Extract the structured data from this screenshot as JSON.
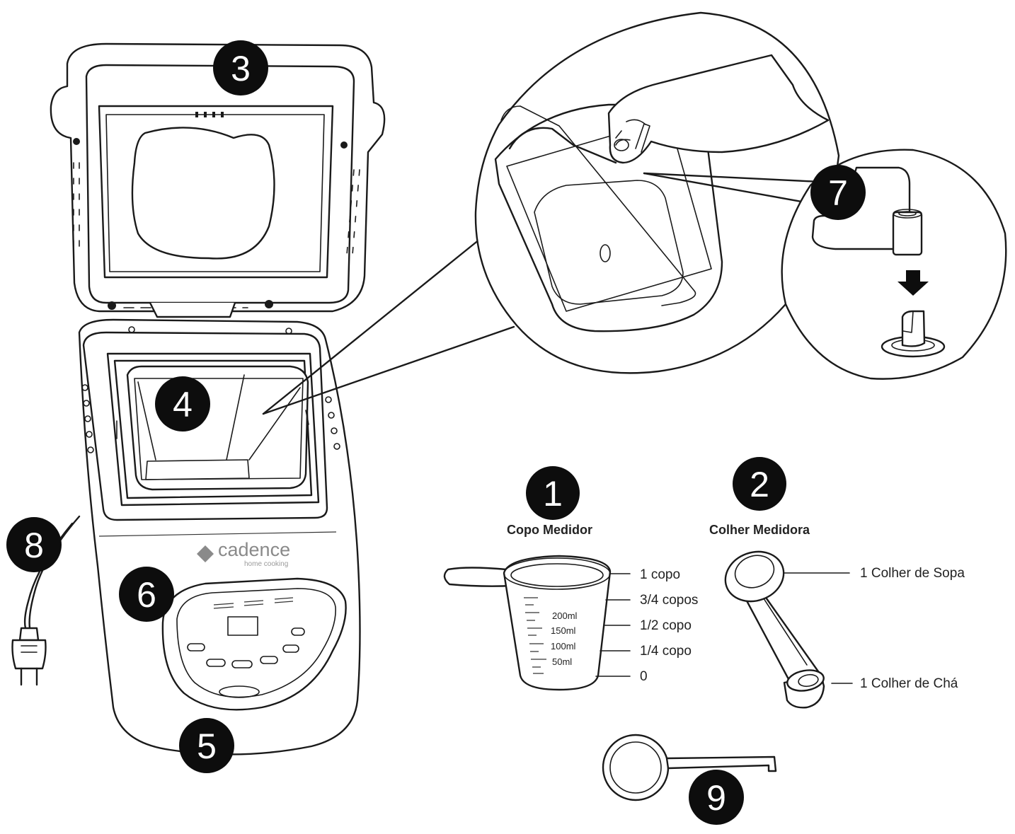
{
  "colors": {
    "stroke": "#1a1a1a",
    "badge": "#0d0d0d",
    "badge_text": "#ffffff",
    "background": "#ffffff"
  },
  "badges": {
    "b1": "1",
    "b2": "2",
    "b3": "3",
    "b4": "4",
    "b5": "5",
    "b6": "6",
    "b7": "7",
    "b8": "8",
    "b9": "9"
  },
  "brand": {
    "name": "cadence",
    "tagline": "home cooking"
  },
  "cup": {
    "title": "Copo Medidor",
    "levels": [
      "1 copo",
      "3/4 copos",
      "1/2 copo",
      "1/4 copo",
      "0"
    ],
    "ml_marks": [
      "200ml",
      "150ml",
      "100ml",
      "50ml"
    ]
  },
  "spoon": {
    "title": "Colher Medidora",
    "large": "1 Colher de Sopa",
    "small": "1 Colher de Chá"
  },
  "icons": [
    "arrow-down-icon",
    "plug-icon"
  ]
}
